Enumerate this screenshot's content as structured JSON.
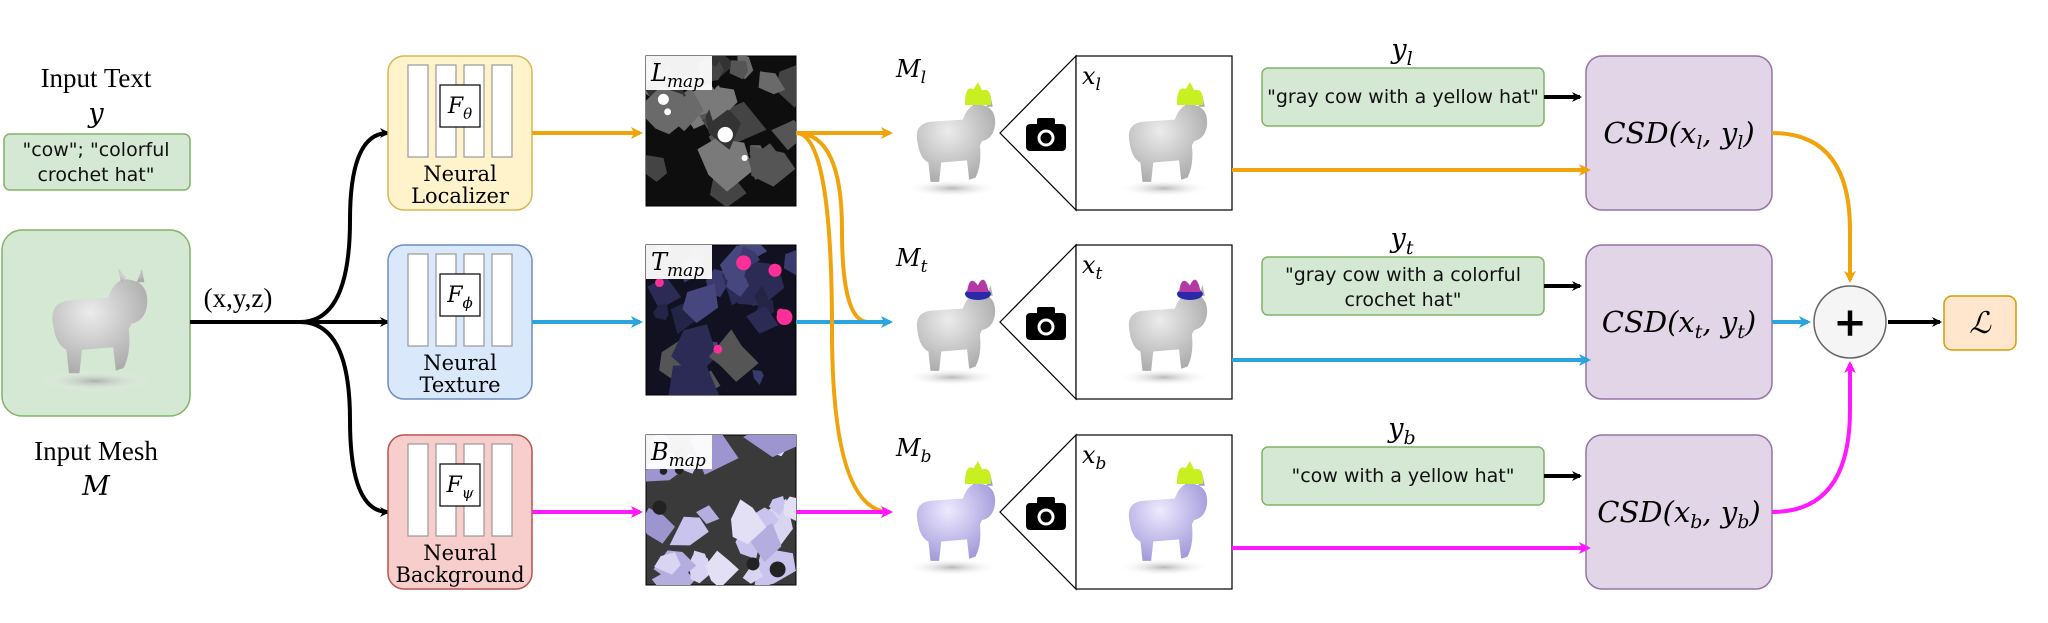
{
  "input_text": {
    "title": "Input Text",
    "symbol": "y",
    "prompt_line1": "\"cow\"; \"colorful",
    "prompt_line2": "crochet hat\""
  },
  "input_mesh": {
    "title": "Input Mesh",
    "symbol": "M"
  },
  "coords_label": "(x,y,z)",
  "networks": [
    {
      "symbol": "F",
      "subscript": "θ",
      "line1": "Neural",
      "line2": "Localizer",
      "fill": "#fff3cc",
      "stroke": "#d6b656"
    },
    {
      "symbol": "F",
      "subscript": "ϕ",
      "line1": "Neural",
      "line2": "Texture",
      "fill": "#dae8fc",
      "stroke": "#6c8ebf"
    },
    {
      "symbol": "F",
      "subscript": "ψ",
      "line1": "Neural",
      "line2": "Background",
      "fill": "#f8cecc",
      "stroke": "#b85450"
    }
  ],
  "maps": [
    {
      "symbol": "L",
      "subscript": "map"
    },
    {
      "symbol": "T",
      "subscript": "map"
    },
    {
      "symbol": "B",
      "subscript": "map"
    }
  ],
  "meshes": [
    {
      "symbol": "M",
      "subscript": "l"
    },
    {
      "symbol": "M",
      "subscript": "t"
    },
    {
      "symbol": "M",
      "subscript": "b"
    }
  ],
  "renders": [
    {
      "symbol": "x",
      "subscript": "l"
    },
    {
      "symbol": "x",
      "subscript": "t"
    },
    {
      "symbol": "x",
      "subscript": "b"
    }
  ],
  "text_targets": [
    {
      "symbol": "y",
      "subscript": "l",
      "line1": "\"gray cow with a yellow hat\"",
      "line2": ""
    },
    {
      "symbol": "y",
      "subscript": "t",
      "line1": "\"gray cow with a colorful",
      "line2": "crochet hat\""
    },
    {
      "symbol": "y",
      "subscript": "b",
      "line1": "\"cow with a yellow hat\"",
      "line2": ""
    }
  ],
  "csd": [
    {
      "fn": "CSD",
      "x": "x",
      "xs": "l",
      "y": "y",
      "ys": "l"
    },
    {
      "fn": "CSD",
      "x": "x",
      "xs": "t",
      "y": "y",
      "ys": "t"
    },
    {
      "fn": "CSD",
      "x": "x",
      "xs": "b",
      "y": "y",
      "ys": "b"
    }
  ],
  "sum_symbol": "+",
  "loss_symbol": "ℒ",
  "colors": {
    "localizer_branch": "#f0a30a",
    "texture_branch": "#2aa5dd",
    "background_branch": "#ff19ff",
    "green_box_fill": "#d5e8d4",
    "green_box_stroke": "#82b366",
    "csd_fill": "#e1d5e7",
    "csd_stroke": "#9673a6",
    "loss_fill": "#ffe6cc",
    "loss_stroke": "#d79b00",
    "mesh_gray": "#c9c9c9",
    "hat_yellow": "#c8f020",
    "hat_crochet": "#b33aa5",
    "mesh_lavender": "#cfcaf0"
  },
  "icons": [
    "camera-icon",
    "cow-mesh-icon"
  ]
}
